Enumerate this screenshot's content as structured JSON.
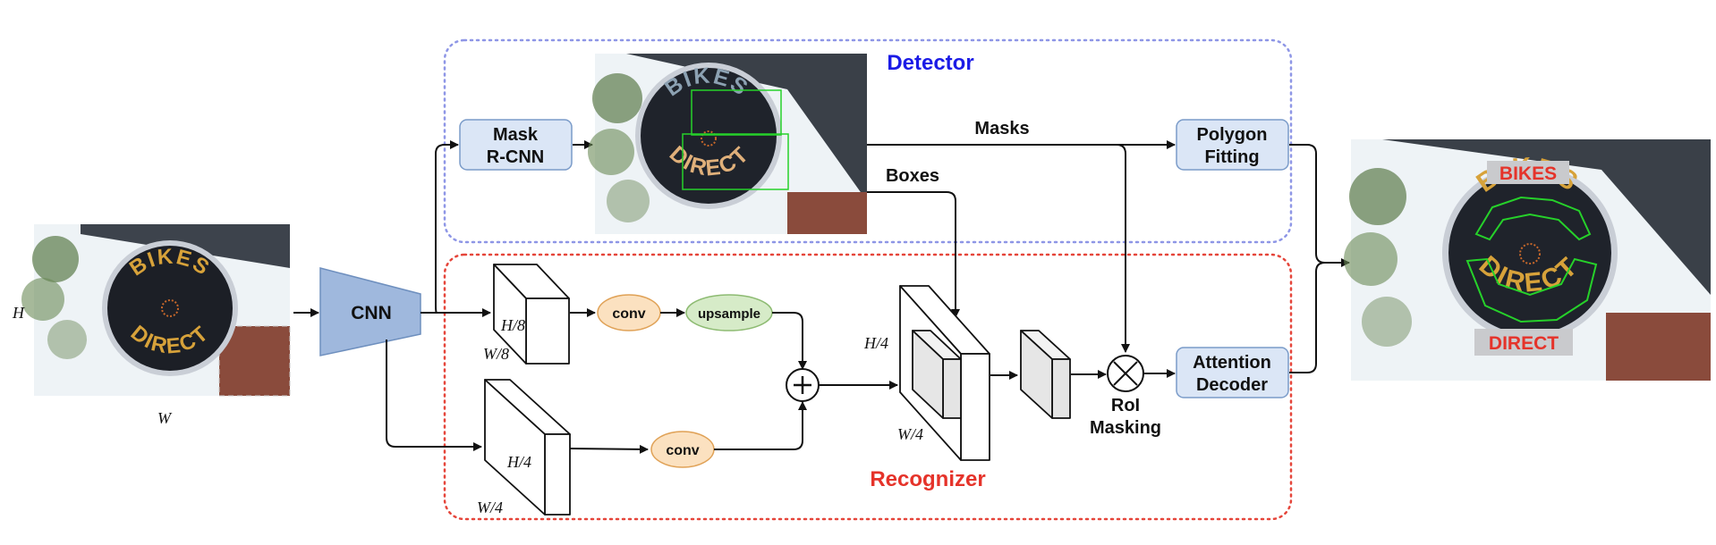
{
  "sections": {
    "detector_label": "Detector",
    "recognizer_label": "Recognizer",
    "detector_color": "#1b1be6",
    "recognizer_color": "#e5332a"
  },
  "nodes": {
    "cnn": "CNN",
    "mask_rcnn_line1": "Mask",
    "mask_rcnn_line2": "R-CNN",
    "polygon_line1": "Polygon",
    "polygon_line2": "Fitting",
    "attention_line1": "Attention",
    "attention_line2": "Decoder",
    "conv_top": "conv",
    "conv_bottom": "conv",
    "upsample": "upsample",
    "roi_line1": "RoI",
    "roi_line2": "Masking"
  },
  "edge_labels": {
    "masks": "Masks",
    "boxes": "Boxes"
  },
  "dims": {
    "input_h": "H",
    "input_w": "W",
    "h8": "H/8",
    "w8": "W/8",
    "h4_lower": "H/4",
    "w4_lower": "W/4",
    "h4_mid": "H/4",
    "w4_mid": "W/4"
  },
  "images": {
    "sign_word_top": "BIKES",
    "sign_word_bottom": "DIRECT",
    "output_word_top": "BIKES",
    "output_word_bottom": "DIRECT"
  }
}
